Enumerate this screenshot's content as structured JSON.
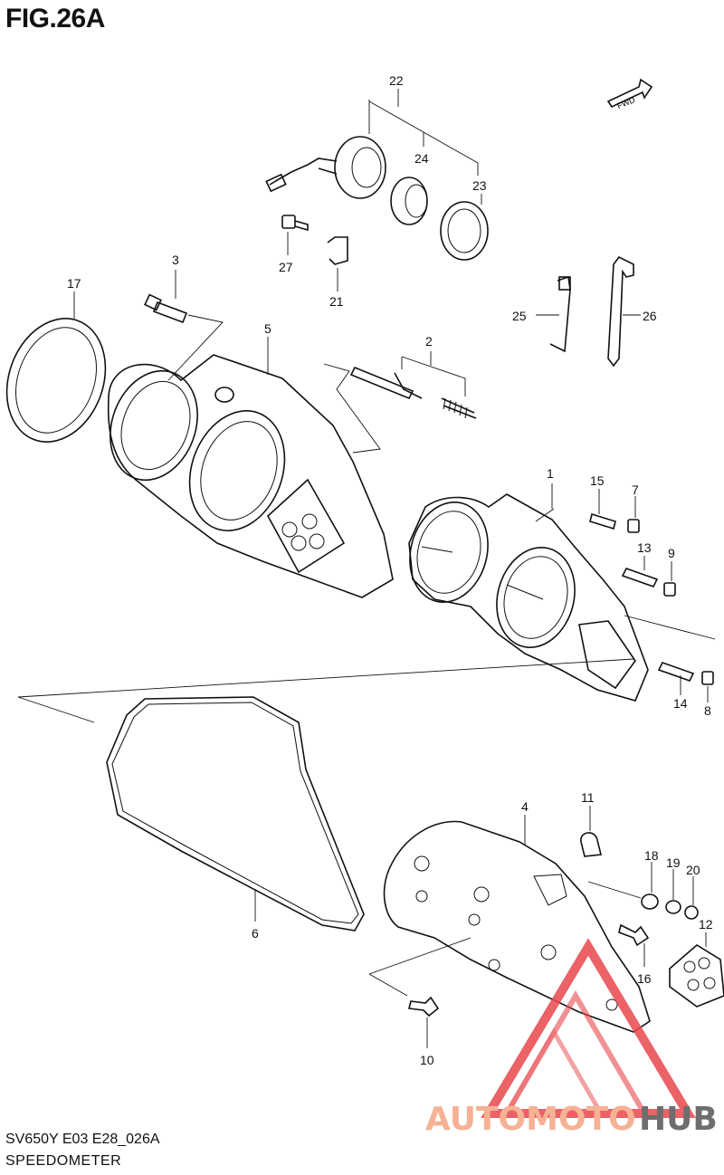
{
  "figure": {
    "title": "FIG.26A",
    "model_code": "SV650Y E03 E28_026A",
    "section_name": "SPEEDOMETER"
  },
  "callouts": [
    "1",
    "2",
    "3",
    "4",
    "5",
    "6",
    "7",
    "8",
    "9",
    "10",
    "11",
    "12",
    "13",
    "14",
    "15",
    "16",
    "17",
    "18",
    "19",
    "20",
    "21",
    "22",
    "23",
    "24",
    "25",
    "26",
    "27"
  ],
  "direction_marker": "FWD",
  "watermark": {
    "text_left": "AUTOMOTO",
    "text_right": "HUB",
    "color_left": "#f4a582",
    "color_right": "#555555",
    "triangle_color": "#e8474d"
  }
}
